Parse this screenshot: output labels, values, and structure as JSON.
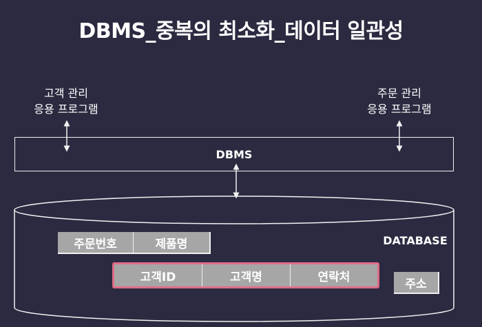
{
  "title": "DBMS_중복의 최소화_데이터 일관성",
  "apps": {
    "customer": {
      "line1": "고객 관리",
      "line2": "응용 프로그램"
    },
    "order": {
      "line1": "주문 관리",
      "line2": "응용 프로그램"
    }
  },
  "dbms": {
    "label": "DBMS"
  },
  "database": {
    "label": "DATABASE",
    "order_table": [
      "주문번호",
      "제품명"
    ],
    "customer_table": [
      "고객ID",
      "고객명",
      "연락처"
    ],
    "address_field": "주소"
  },
  "colors": {
    "background": "#2b2a40",
    "line": "#f2f2f2",
    "cell": "#a6a6a6",
    "highlight_border": "#e06c88"
  }
}
